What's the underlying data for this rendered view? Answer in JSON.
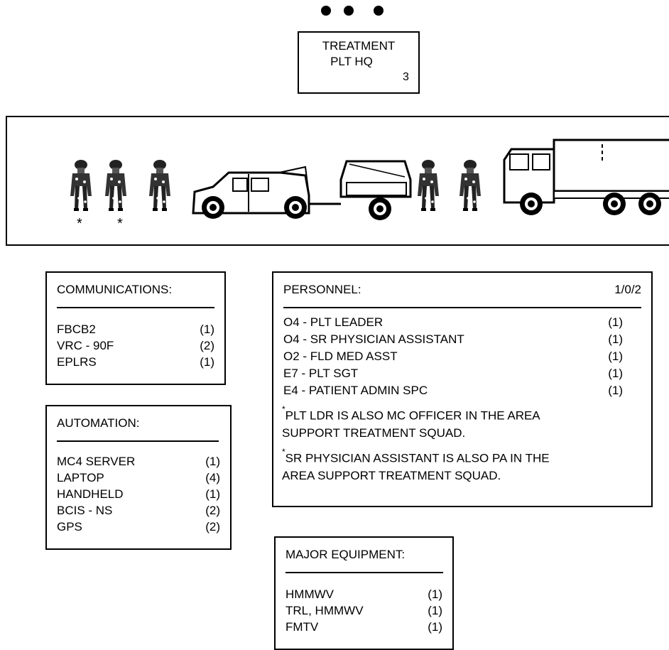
{
  "hq": {
    "title_line1": "TREATMENT",
    "title_line2": "PLT HQ",
    "number": "3"
  },
  "band": {
    "marker1": "*",
    "marker2": "*"
  },
  "communications": {
    "title": "COMMUNICATIONS:",
    "items": [
      {
        "name": "FBCB2",
        "qty": "(1)"
      },
      {
        "name": "VRC - 90F",
        "qty": "(2)"
      },
      {
        "name": "EPLRS",
        "qty": "(1)"
      }
    ]
  },
  "automation": {
    "title": "AUTOMATION:",
    "items": [
      {
        "name": "MC4 SERVER",
        "qty": "(1)"
      },
      {
        "name": "LAPTOP",
        "qty": "(4)"
      },
      {
        "name": "HANDHELD",
        "qty": "(1)"
      },
      {
        "name": "BCIS - NS",
        "qty": "(2)"
      },
      {
        "name": "GPS",
        "qty": "(2)"
      }
    ]
  },
  "personnel": {
    "title": "PERSONNEL:",
    "strength": "1/0/2",
    "items": [
      {
        "name": "O4 - PLT LEADER",
        "qty": "(1)"
      },
      {
        "name": "O4 - SR PHYSICIAN ASSISTANT",
        "qty": "(1)"
      },
      {
        "name": "O2 - FLD MED ASST",
        "qty": "(1)"
      },
      {
        "name": "E7 - PLT SGT",
        "qty": "(1)"
      },
      {
        "name": "E4 - PATIENT ADMIN SPC",
        "qty": "(1)"
      }
    ],
    "note1_mark": "*",
    "note1_line1": "PLT LDR IS ALSO MC OFFICER IN THE AREA",
    "note1_line2": "SUPPORT TREATMENT SQUAD.",
    "note2_mark": "*",
    "note2_line1": "SR PHYSICIAN ASSISTANT IS ALSO PA IN THE",
    "note2_line2": "AREA SUPPORT TREATMENT SQUAD."
  },
  "major_equipment": {
    "title": "MAJOR EQUIPMENT:",
    "items": [
      {
        "name": "HMMWV",
        "qty": "(1)"
      },
      {
        "name": "TRL, HMMWV",
        "qty": "(1)"
      },
      {
        "name": "FMTV",
        "qty": "(1)"
      }
    ]
  }
}
